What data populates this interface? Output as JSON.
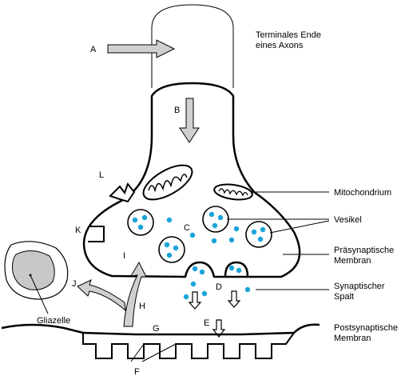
{
  "labels": {
    "A": "A",
    "B": "B",
    "C": "C",
    "D": "D",
    "E": "E",
    "F": "F",
    "G": "G",
    "H": "H",
    "I": "I",
    "J": "J",
    "K": "K",
    "L": "L"
  },
  "annotations": {
    "axon_end_line1": "Terminales Ende",
    "axon_end_line2": "eines Axons",
    "mitochondrium": "Mitochondrium",
    "vesikel": "Vesikel",
    "praesyn_line1": "Präsynaptische",
    "praesyn_line2": "Membran",
    "spalt_line1": "Synaptischer",
    "spalt_line2": "Spalt",
    "postsyn_line1": "Postsynaptische",
    "postsyn_line2": "Membran",
    "gliazelle": "Gliazelle"
  },
  "colors": {
    "vesicle": "#1aa3d9",
    "arrow_fill": "#d0d0d0",
    "glia_nucleus": "#c8c8c8",
    "outline": "#000000"
  }
}
